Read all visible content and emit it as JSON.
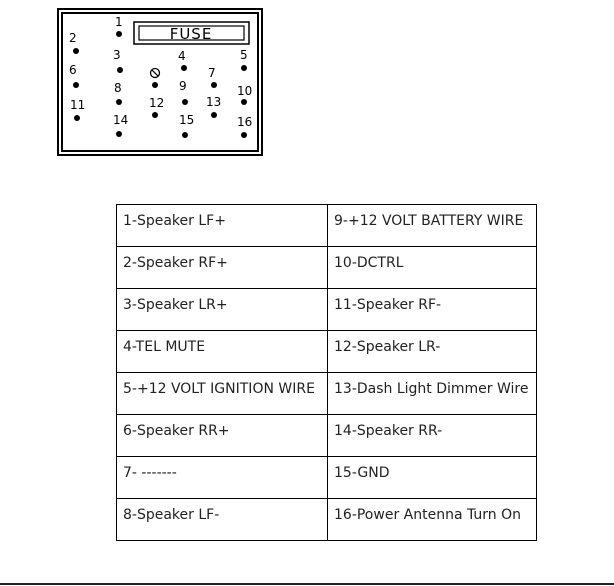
{
  "connector": {
    "fuse_label": "FUSE",
    "pins": [
      {
        "label": "1"
      },
      {
        "label": "2"
      },
      {
        "label": "3"
      },
      {
        "label": "4"
      },
      {
        "label": "5"
      },
      {
        "label": "6"
      },
      {
        "label": "7"
      },
      {
        "label": "8"
      },
      {
        "label": "9"
      },
      {
        "label": "10"
      },
      {
        "label": "11"
      },
      {
        "label": "12"
      },
      {
        "label": "13"
      },
      {
        "label": "14"
      },
      {
        "label": "15"
      },
      {
        "label": "16"
      }
    ]
  },
  "pinout": {
    "rows": [
      {
        "left": "1-Speaker LF+",
        "right": "9-+12 VOLT BATTERY WIRE"
      },
      {
        "left": "2-Speaker RF+",
        "right": "10-DCTRL"
      },
      {
        "left": "3-Speaker LR+",
        "right": "11-Speaker RF-"
      },
      {
        "left": "4-TEL MUTE",
        "right": "12-Speaker LR-"
      },
      {
        "left": "5-+12 VOLT IGNITION WIRE",
        "right": "13-Dash Light Dimmer Wire"
      },
      {
        "left": "6-Speaker RR+",
        "right": "14-Speaker RR-"
      },
      {
        "left": "7- -------",
        "right": "15-GND"
      },
      {
        "left": "8-Speaker LF-",
        "right": "16-Power Antenna Turn On"
      }
    ]
  }
}
